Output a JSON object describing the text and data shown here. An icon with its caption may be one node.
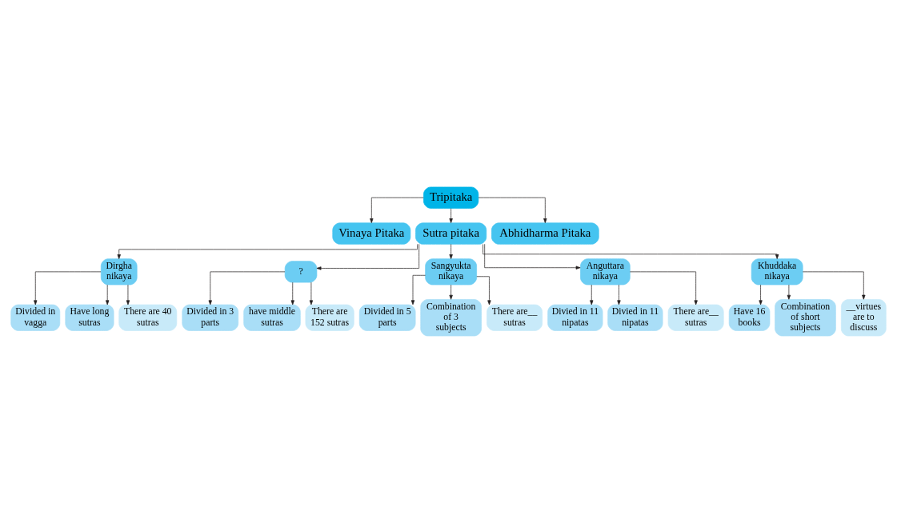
{
  "diagram": {
    "nodes": [
      {
        "text": [
          "Tripitaka"
        ]
      },
      {
        "text": [
          "Vinaya Pitaka"
        ]
      },
      {
        "text": [
          "Sutra pitaka"
        ]
      },
      {
        "text": [
          "Abhidharma Pitaka"
        ]
      },
      {
        "text": [
          "Dirgha nikaya"
        ]
      },
      {
        "text": [
          "?"
        ]
      },
      {
        "text": [
          "Sangyukta nikaya"
        ]
      },
      {
        "text": [
          "Anguttara nikaya"
        ]
      },
      {
        "text": [
          "Khuddaka nikaya"
        ]
      },
      {
        "text": [
          "Divided in vagga"
        ]
      },
      {
        "text": [
          "Have long sutras"
        ]
      },
      {
        "text": [
          "There are 40 sutras"
        ]
      },
      {
        "text": [
          "Divided in 3 parts"
        ]
      },
      {
        "text": [
          "have middle sutras"
        ]
      },
      {
        "text": [
          "There are 152 sutras"
        ]
      },
      {
        "text": [
          "Divided in 5 parts"
        ]
      },
      {
        "text": [
          "Combination of 3 subjects"
        ]
      },
      {
        "text": [
          "There are__ sutras"
        ]
      },
      {
        "text": [
          "Divied in 11 nipatas"
        ]
      },
      {
        "text": [
          "Divied in 11 nipatas"
        ]
      },
      {
        "text": [
          "There are__ sutras"
        ]
      },
      {
        "text": [
          "Have 16 books"
        ]
      },
      {
        "text": [
          "Combination of short subjects"
        ]
      },
      {
        "text": [
          "__virtues are to discuss"
        ]
      }
    ],
    "edges": [
      {
        "from": 0,
        "to": 1,
        "arrow": "to"
      },
      {
        "from": 0,
        "to": 2,
        "arrow": "to"
      },
      {
        "from": 0,
        "to": 3,
        "arrow": "to"
      },
      {
        "from": 2,
        "to": 4,
        "arrow": "to"
      },
      {
        "from": 2,
        "to": 5,
        "arrow": "to"
      },
      {
        "from": 2,
        "to": 6,
        "arrow": "to"
      },
      {
        "from": 2,
        "to": 7,
        "arrow": "to"
      },
      {
        "from": 2,
        "to": 8,
        "arrow": "to"
      },
      {
        "from": 4,
        "to": 9,
        "arrow": "to"
      },
      {
        "from": 4,
        "to": 10,
        "arrow": "to"
      },
      {
        "from": 4,
        "to": 11,
        "arrow": "to"
      },
      {
        "from": 5,
        "to": 12,
        "arrow": "to"
      },
      {
        "from": 5,
        "to": 13,
        "arrow": "to"
      },
      {
        "from": 5,
        "to": 14,
        "arrow": "to"
      },
      {
        "from": 6,
        "to": 15,
        "arrow": "to"
      },
      {
        "from": 6,
        "to": 16,
        "arrow": "to"
      },
      {
        "from": 6,
        "to": 17,
        "arrow": "to"
      },
      {
        "from": 7,
        "to": 18,
        "arrow": "to"
      },
      {
        "from": 7,
        "to": 19,
        "arrow": "to"
      },
      {
        "from": 7,
        "to": 20,
        "arrow": "to"
      },
      {
        "from": 8,
        "to": 21,
        "arrow": "to"
      },
      {
        "from": 8,
        "to": 22,
        "arrow": "to"
      },
      {
        "from": 8,
        "to": 23,
        "arrow": "to"
      }
    ]
  }
}
